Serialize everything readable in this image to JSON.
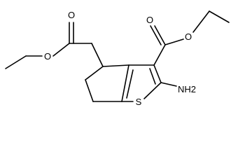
{
  "molecule": {
    "atom_labels": {
      "ester_left_carbonyl_o": "O",
      "ester_left_ether_o": "O",
      "ester_right_carbonyl_o": "O",
      "ester_right_ether_o": "O",
      "thiophene_s": "S",
      "amino": "NH2"
    }
  }
}
